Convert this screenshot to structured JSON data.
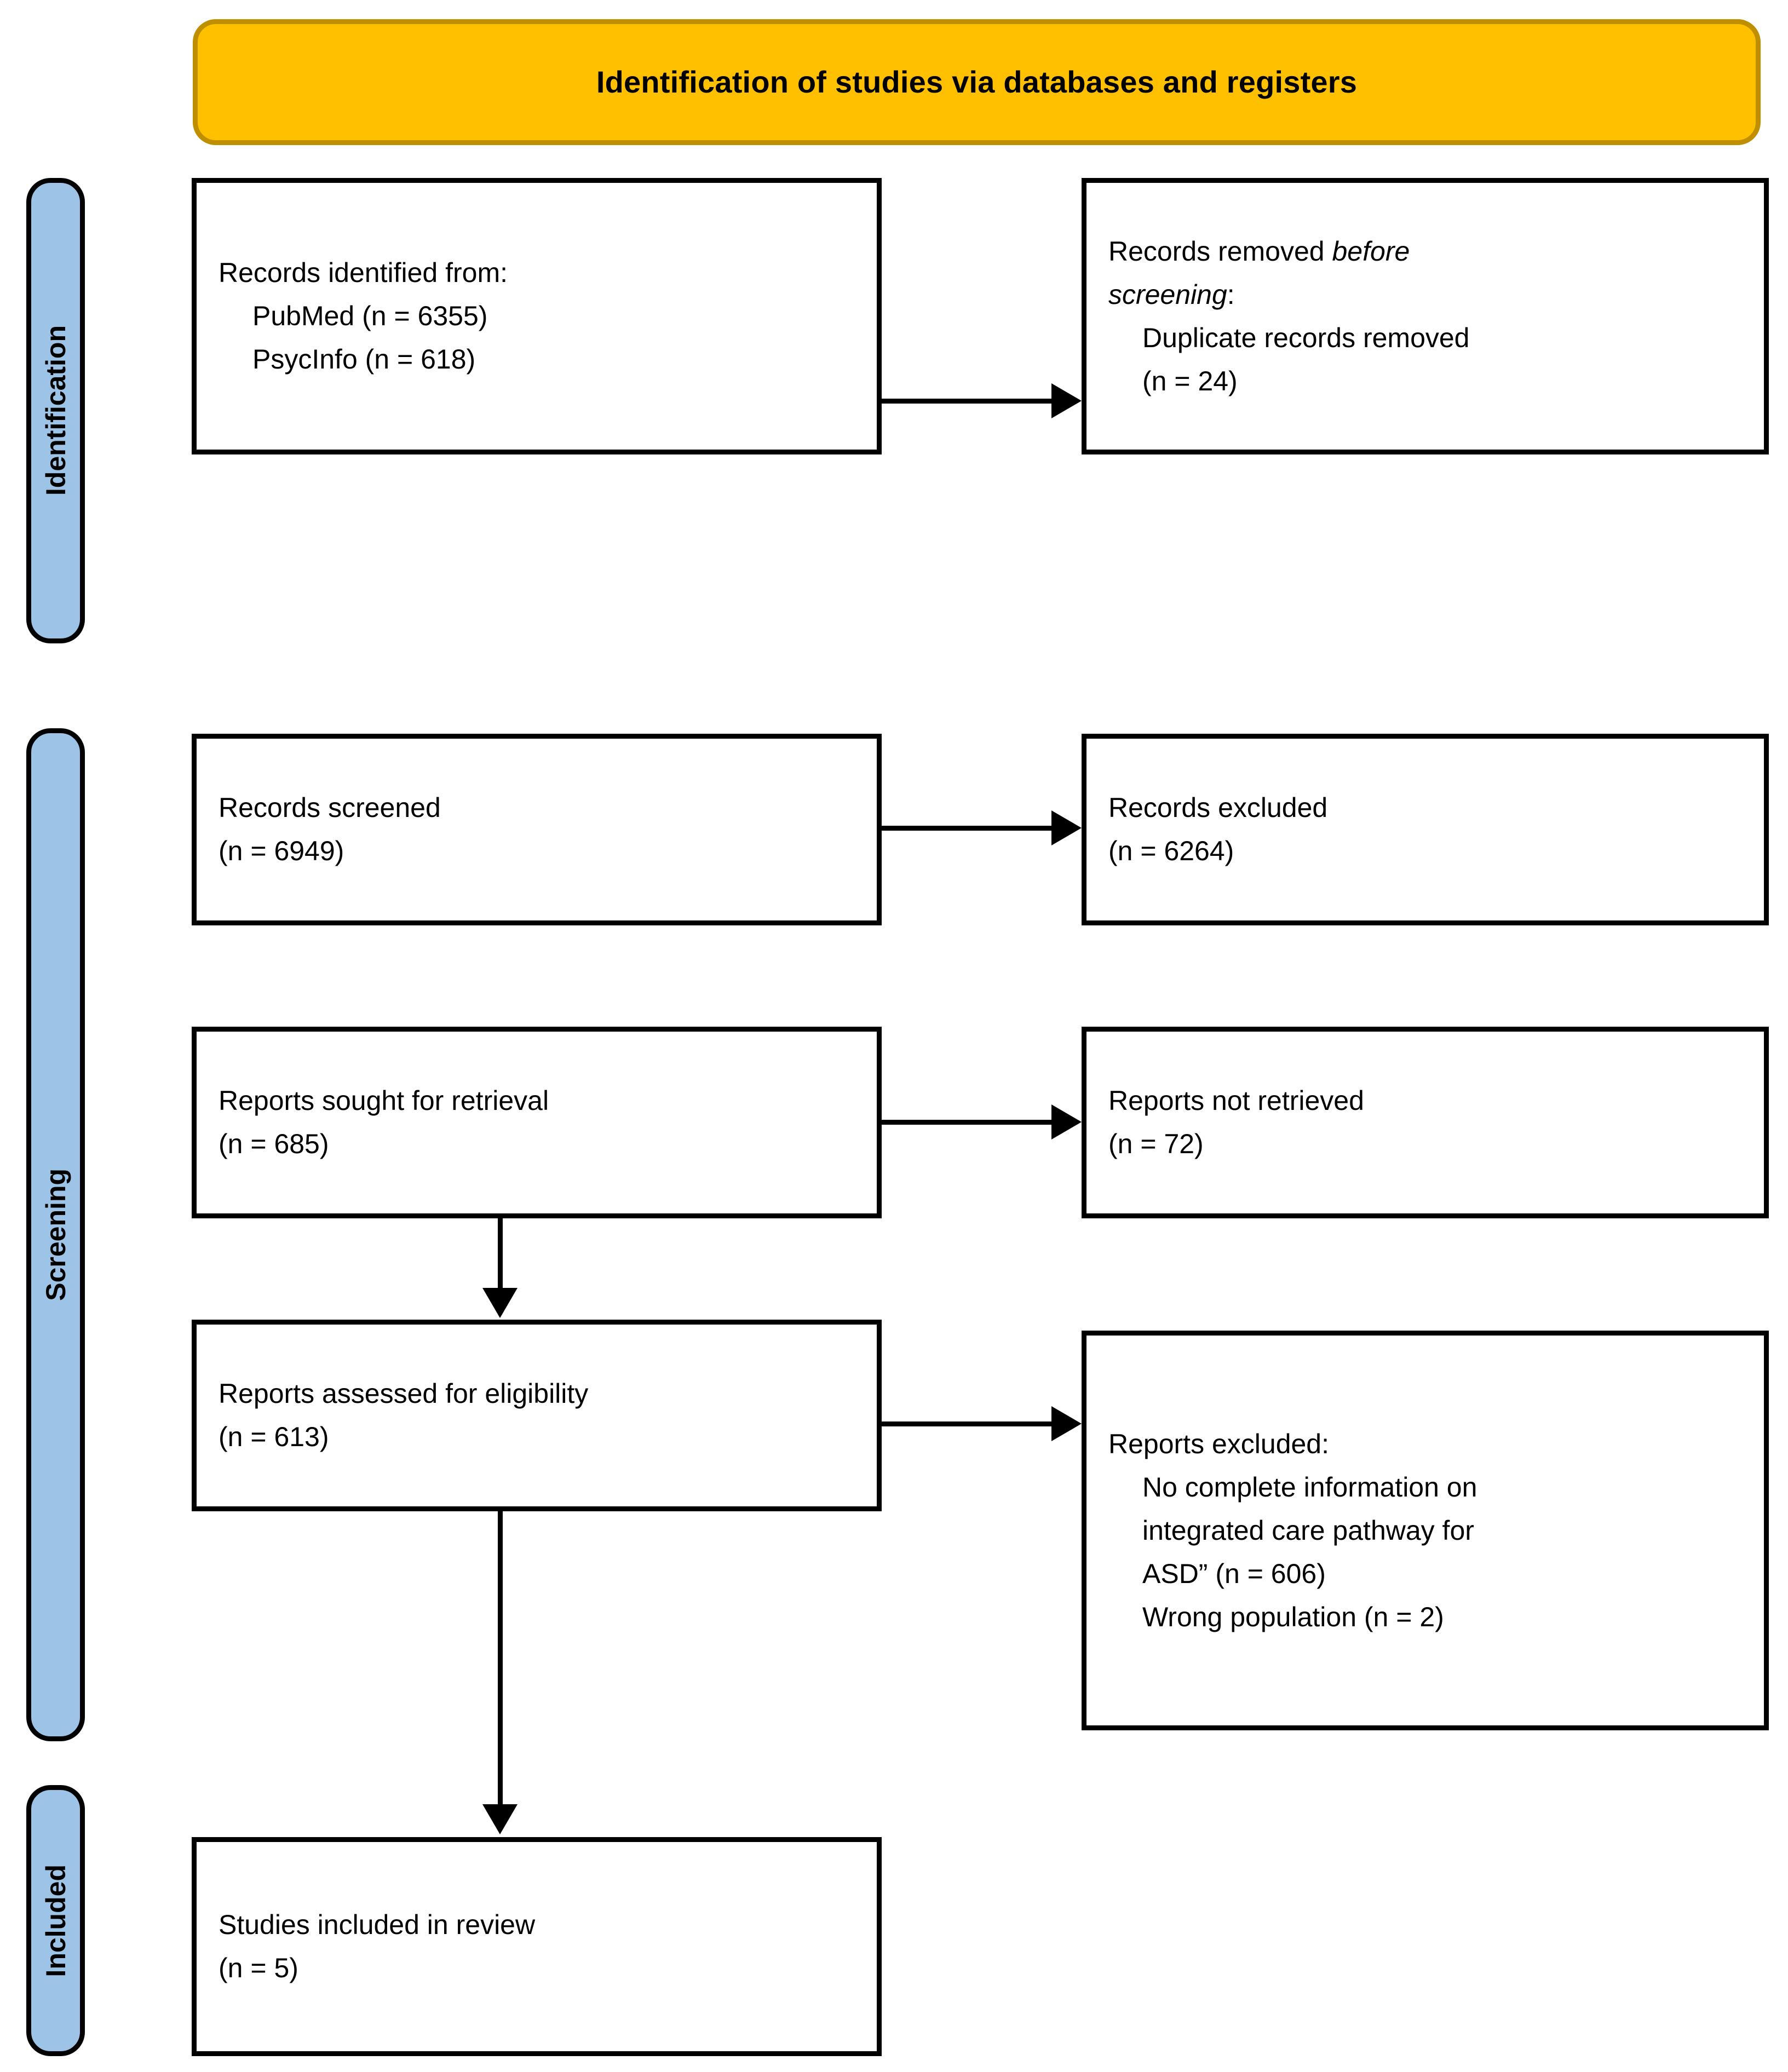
{
  "diagram": {
    "title": "Identification of studies via databases and registers",
    "stages": [
      {
        "id": "identification",
        "label": "Identification"
      },
      {
        "id": "screening",
        "label": "Screening"
      },
      {
        "id": "included",
        "label": "Included"
      }
    ],
    "boxes": {
      "identified": {
        "heading": "Records identified from:",
        "items": [
          "PubMed (n = 6355)",
          "PsycInfo (n = 618)"
        ]
      },
      "removed": {
        "heading_pre": "Records removed ",
        "heading_em": "before",
        "heading_em2": "screening",
        "heading_post": ":",
        "items": [
          "Duplicate records removed",
          "(n = 24)"
        ]
      },
      "screened": {
        "heading": "Records screened",
        "count": "(n = 6949)"
      },
      "records_excluded": {
        "heading": "Records excluded",
        "count": "(n = 6264)"
      },
      "sought": {
        "heading": "Reports sought for retrieval",
        "count": "(n = 685)"
      },
      "not_retrieved": {
        "heading": "Reports not retrieved",
        "count": "(n = 72)"
      },
      "assessed": {
        "heading": "Reports assessed for eligibility",
        "count": "(n = 613)"
      },
      "reports_excluded": {
        "heading": "Reports excluded:",
        "items": [
          "No complete information on",
          "integrated care pathway for",
          "ASD” (n = 606)",
          "Wrong population (n = 2)"
        ]
      },
      "included": {
        "heading": "Studies included in review",
        "count": "(n = 5)"
      }
    },
    "colors": {
      "banner_fill": "#FFC000",
      "banner_border": "#BF8F00",
      "stage_fill": "#9DC3E6",
      "box_border": "#000000",
      "text": "#000000",
      "background": "#FFFFFF"
    }
  }
}
